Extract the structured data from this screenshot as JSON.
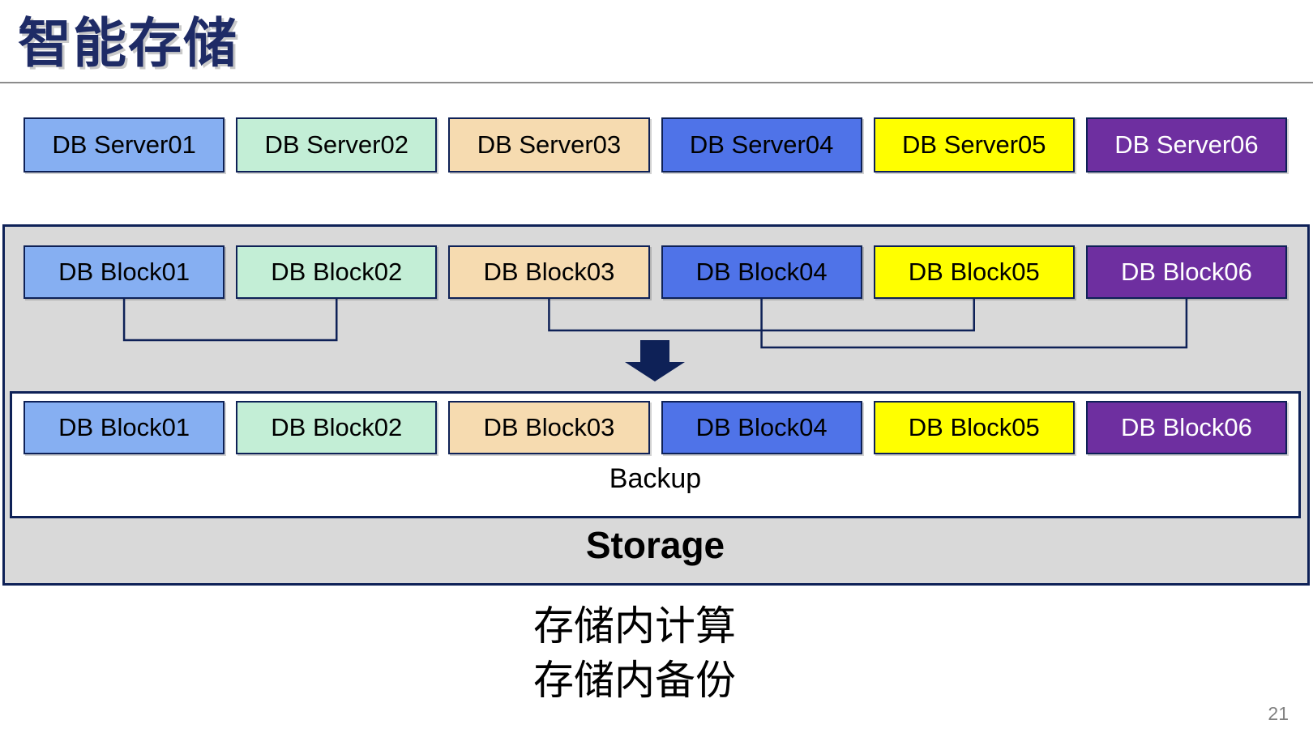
{
  "slide": {
    "title": "智能存储",
    "page_number": "21",
    "captions": [
      "存储内计算",
      "存储内备份"
    ]
  },
  "palette": {
    "box_fills": [
      "#86AFF2",
      "#C3EED6",
      "#F6DBB0",
      "#4F73E8",
      "#FFFF00",
      "#6E2FA0"
    ],
    "box_text_colors": [
      "#000000",
      "#000000",
      "#000000",
      "#000000",
      "#000000",
      "#FFFFFF"
    ],
    "border_navy": "#0E2157",
    "container_gray": "#D9D9D9",
    "title_navy": "#1E2B66",
    "divider_gray": "#8C8C8C",
    "page_number_gray": "#808080"
  },
  "server_row": {
    "labels": [
      "DB Server01",
      "DB Server02",
      "DB Server03",
      "DB Server04",
      "DB Server05",
      "DB Server06"
    ]
  },
  "storage": {
    "top_blocks": [
      "DB Block01",
      "DB Block02",
      "DB Block03",
      "DB Block04",
      "DB Block05",
      "DB Block06"
    ],
    "bottom_blocks": [
      "DB Block01",
      "DB Block02",
      "DB Block03",
      "DB Block04",
      "DB Block05",
      "DB Block06"
    ],
    "backup_label": "Backup",
    "storage_label": "Storage",
    "connections": [
      [
        0,
        1
      ],
      [
        2,
        4
      ],
      [
        3,
        5
      ]
    ]
  }
}
